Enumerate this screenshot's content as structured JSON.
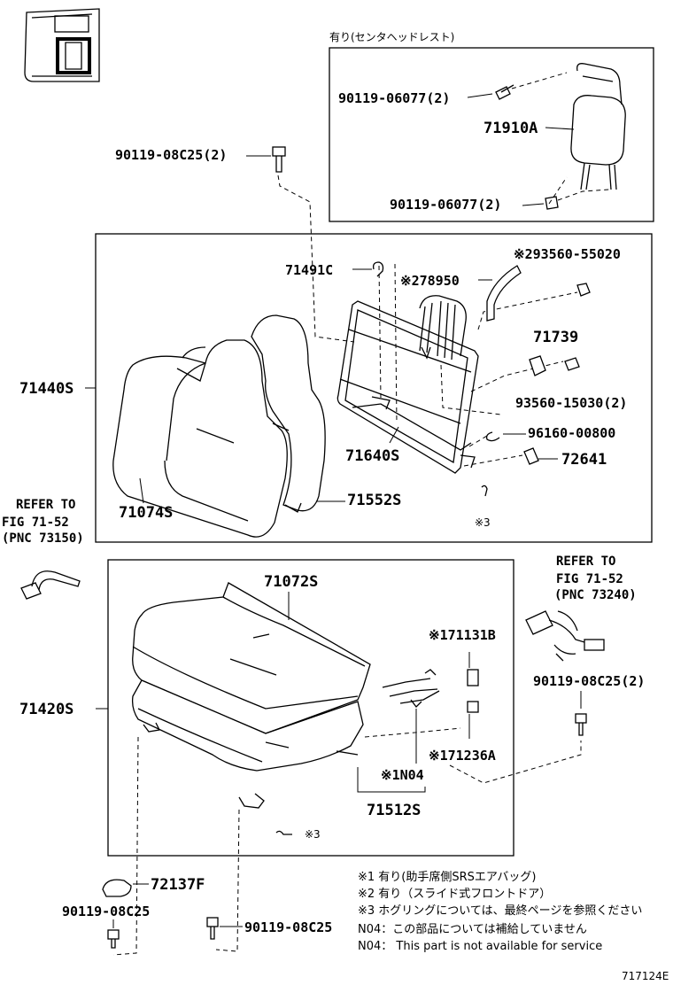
{
  "headrest_option_label": "有り(センタヘッドレスト)",
  "parts": {
    "p_90119_06077_a": "90119-06077(2)",
    "p_71910A": "71910A",
    "p_90119_06077_b": "90119-06077(2)",
    "p_90119_08C25_top": "90119-08C25(2)",
    "p_71491C": "71491C",
    "p_78950": "※278950",
    "p_93560_55020": "※293560-55020",
    "p_71739": "71739",
    "p_93560_15030": "93560-15030(2)",
    "p_96160_00800": "96160-00800",
    "p_72641": "72641",
    "p_71640S": "71640S",
    "p_71440S": "71440S",
    "p_71552S": "71552S",
    "p_71074S": "71074S",
    "p_ring_upper": "※3",
    "p_71072S": "71072S",
    "p_71131B": "※171131B",
    "p_71420S": "71420S",
    "p_71236A": "※171236A",
    "p_N04": "※1N04",
    "p_71512S": "71512S",
    "p_ring_lower": "※3",
    "p_90119_08C25_right": "90119-08C25(2)",
    "p_72137F": "72137F",
    "p_90119_08C25_left": "90119-08C25",
    "p_90119_08C25_mid": "90119-08C25"
  },
  "refs": {
    "left": [
      "REFER TO",
      "FIG 71-52",
      "(PNC 73150)"
    ],
    "right": [
      "REFER TO",
      "FIG 71-52",
      "(PNC 73240)"
    ]
  },
  "notes": [
    "※1 有り(助手席側SRSエアバッグ)",
    "※2 有り（スライド式フロントドア）",
    "※3 ホグリングについては、最終ページを参照ください",
    "N04：この部品については補給していません",
    "N04： This part is not available for service"
  ],
  "figure_id": "717124E"
}
